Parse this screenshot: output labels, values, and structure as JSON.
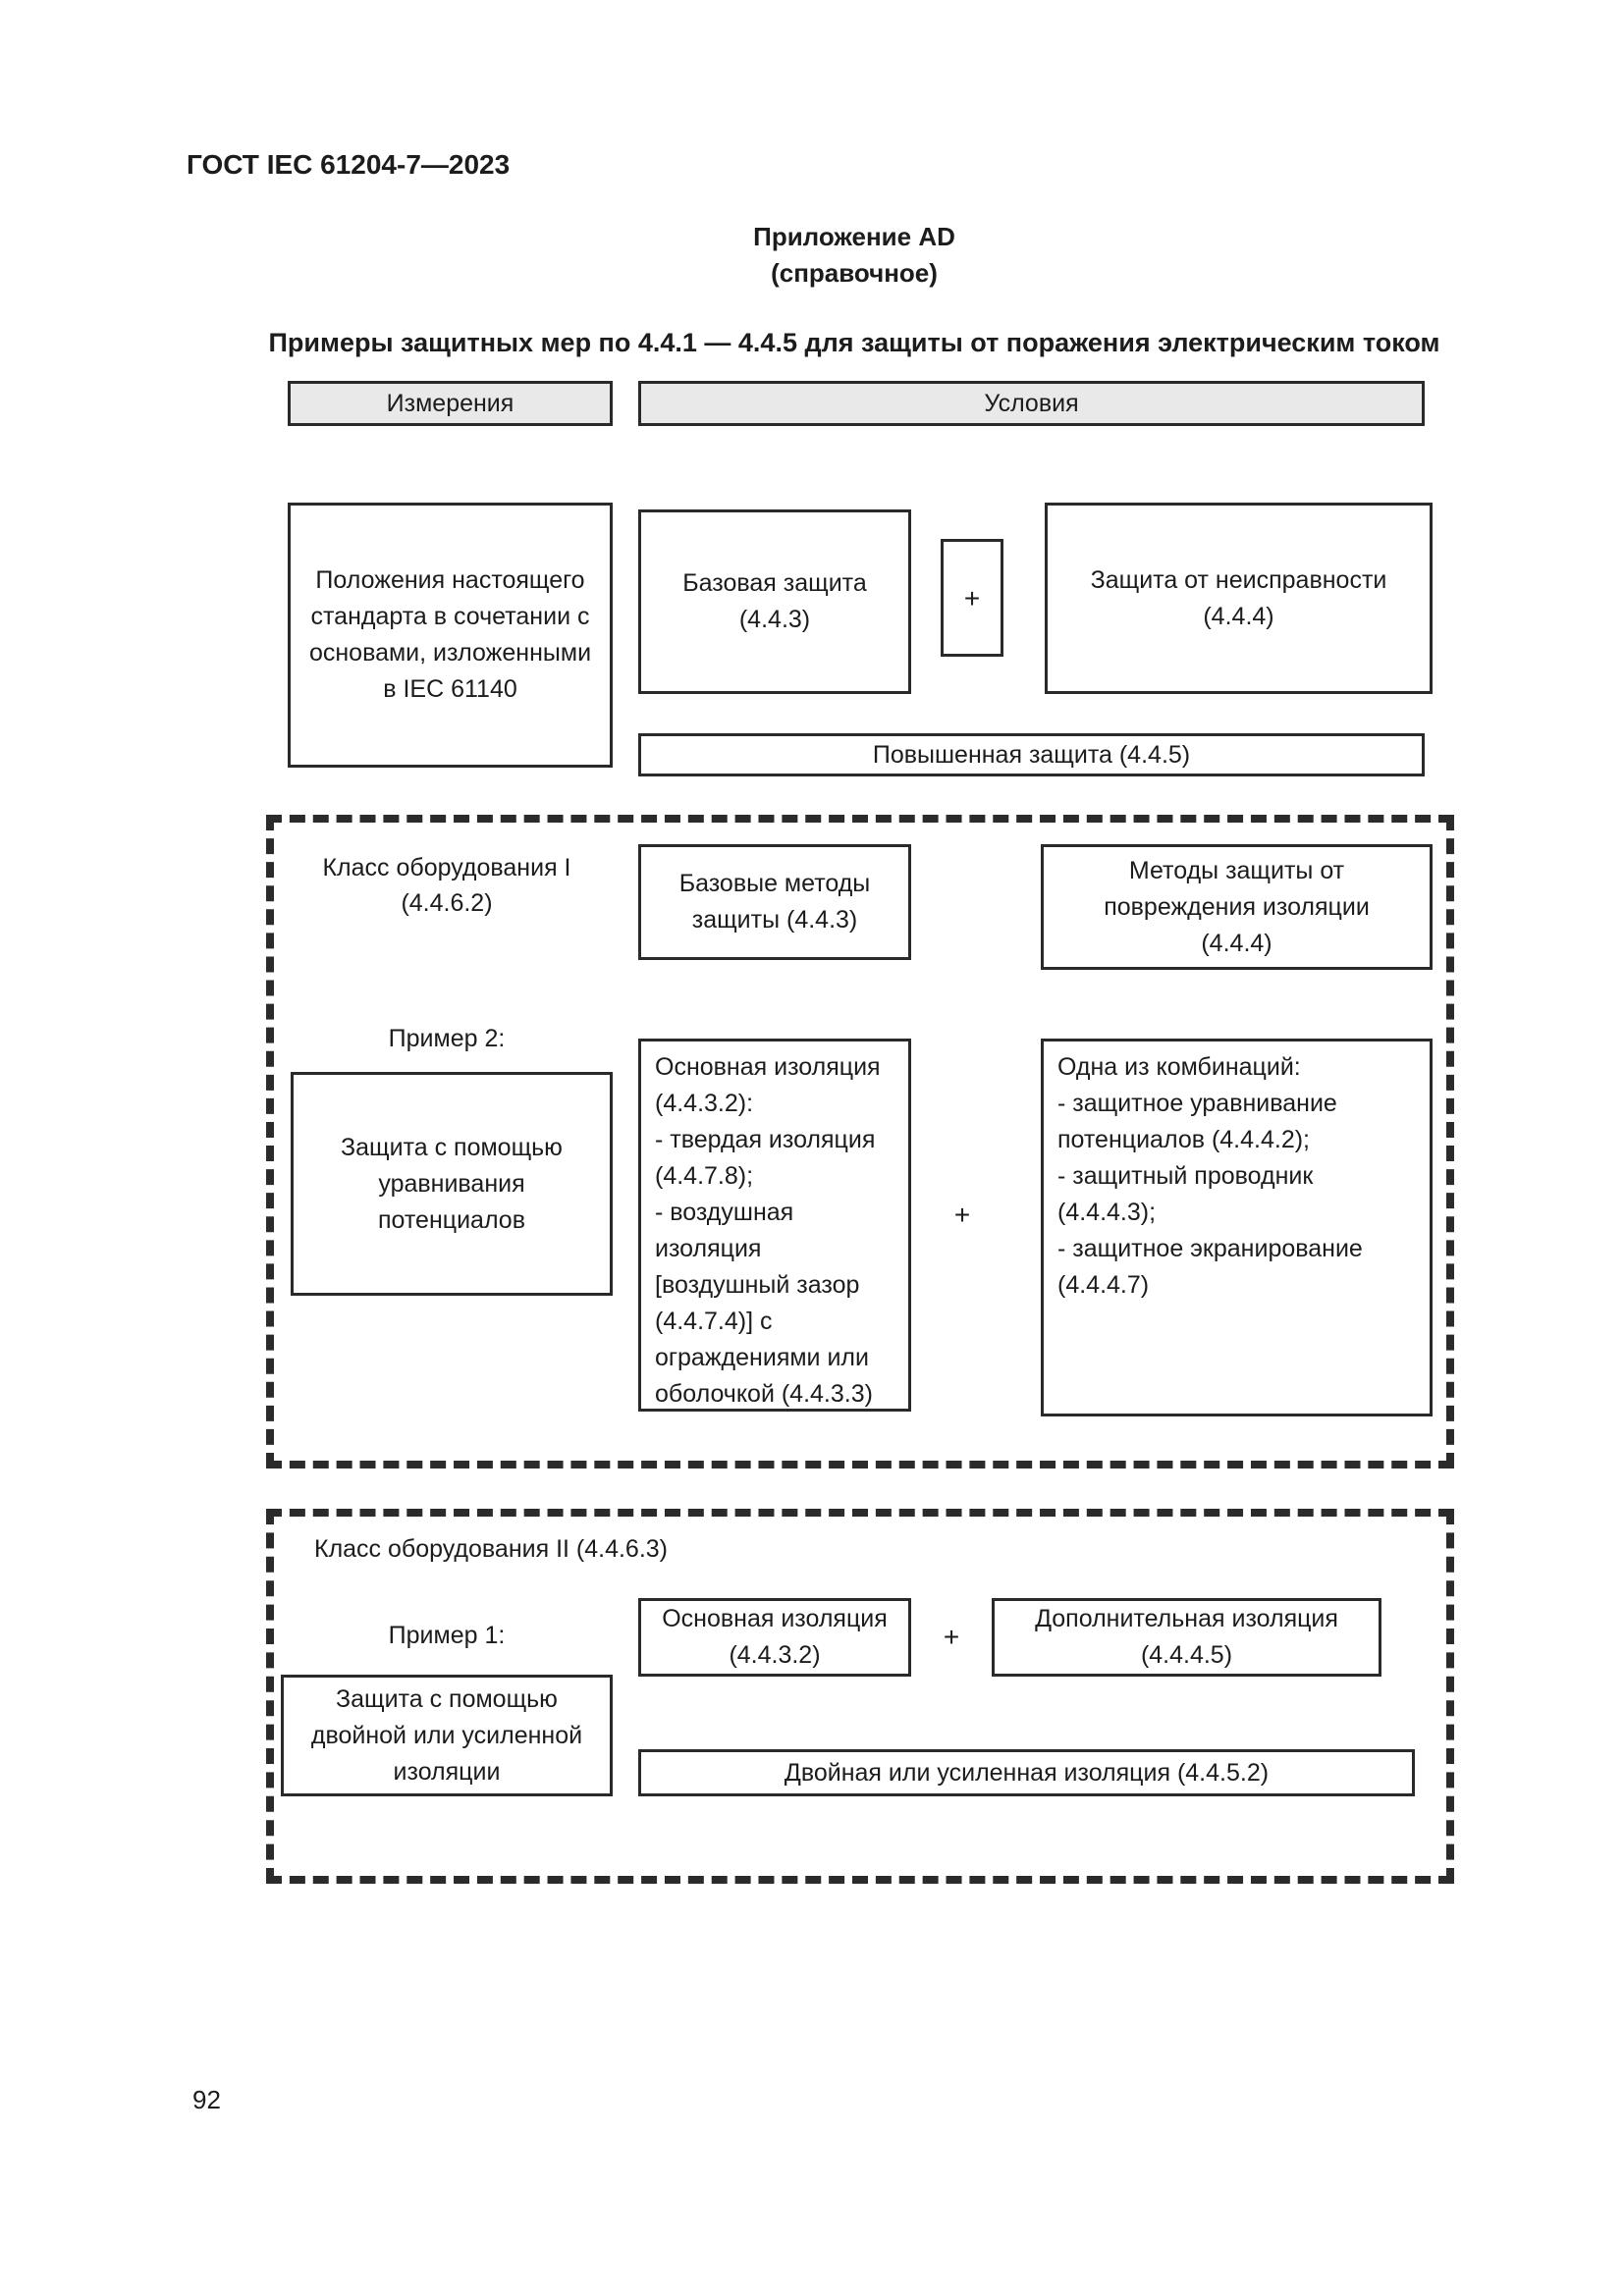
{
  "document": {
    "header": "ГОСТ IEC 61204-7—2023",
    "page_number": "92"
  },
  "annex": {
    "name": "Приложение AD",
    "type": "(справочное)",
    "title": "Примеры защитных мер по 4.4.1 — 4.4.5 для защиты от поражения электрическим током"
  },
  "column_headers": {
    "measures": "Измерения",
    "conditions": "Условия"
  },
  "general_row": {
    "provisions": [
      "Положения настоящего",
      "стандарта в сочетании с",
      "основами, изложенными",
      "в IEC 61140"
    ],
    "basic_protection": [
      "Базовая защита",
      "(4.4.3)"
    ],
    "plus": "+",
    "fault_protection": [
      "Защита от неисправности",
      "(4.4.4)"
    ],
    "enhanced_protection": "Повышенная защита (4.4.5)"
  },
  "class_1": {
    "title": [
      "Класс оборудования I",
      "(4.4.6.2)"
    ],
    "basic_methods": [
      "Базовые методы",
      "защиты (4.4.3)"
    ],
    "fault_methods": [
      "Методы защиты от",
      "повреждения изоляции",
      "(4.4.4)"
    ],
    "example_label": "Пример 2:",
    "measure": [
      "Защита с помощью",
      "уравнивания",
      "потенциалов"
    ],
    "basic_insulation": [
      "Основная изоляция",
      "(4.4.3.2):",
      "- твердая изоляция",
      "(4.4.7.8);",
      "- воздушная",
      "изоляция",
      "[воздушный зазор",
      "(4.4.7.4)] с",
      "ограждениями или",
      "оболочкой (4.4.3.3)"
    ],
    "plus": "+",
    "combinations": [
      "Одна из комбинаций:",
      "- защитное уравнивание",
      "потенциалов (4.4.4.2);",
      "- защитный проводник (4.4.4.3);",
      "- защитное экранирование",
      "(4.4.4.7)"
    ]
  },
  "class_2": {
    "title": "Класс оборудования II (4.4.6.3)",
    "example_label": "Пример 1:",
    "basic_insulation": [
      "Основная изоляция",
      "(4.4.3.2)"
    ],
    "plus": "+",
    "supplementary_insulation": [
      "Дополнительная изоляция",
      "(4.4.4.5)"
    ],
    "measure": [
      "Защита с помощью",
      "двойной или усиленной",
      "изоляции"
    ],
    "double_insulation": "Двойная или усиленная изоляция (4.4.5.2)"
  }
}
